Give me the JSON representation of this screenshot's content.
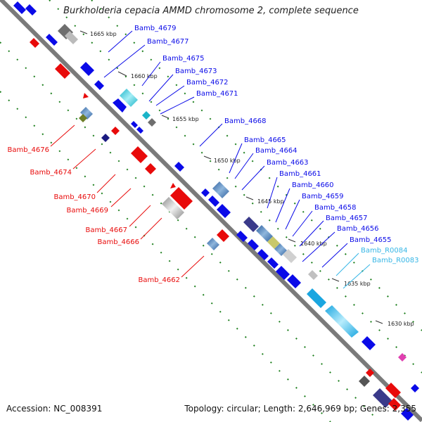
{
  "title": "Burkholderia cepacia AMMD chromosome 2, complete sequence",
  "accession": "Accession: NC_008391",
  "topology": "Topology: circular; Length: 2,646,969 bp; Genes: 2,355",
  "colors": {
    "forward_strand": "#0a0ae8",
    "reverse_strand": "#e80a0a",
    "rna_label": "#36b6e6",
    "backbone": "#7a7a7a",
    "tick_dots": "#1d7f1d"
  },
  "kbp_ticks": [
    "1665 kbp",
    "1660 kbp",
    "1655 kbp",
    "1650 kbp",
    "1645 kbp",
    "1640 kbp",
    "1635 kbp",
    "1630 kbp"
  ],
  "forward_labels": [
    "Bamb_4679",
    "Bamb_4677",
    "Bamb_4675",
    "Bamb_4673",
    "Bamb_4672",
    "Bamb_4671",
    "Bamb_4668",
    "Bamb_4665",
    "Bamb_4664",
    "Bamb_4663",
    "Bamb_4661",
    "Bamb_4660",
    "Bamb_4659",
    "Bamb_4658",
    "Bamb_4657",
    "Bamb_4656",
    "Bamb_4655"
  ],
  "rna_labels": [
    "Bamb_R0084",
    "Bamb_R0083"
  ],
  "reverse_labels": [
    "Bamb_4676",
    "Bamb_4674",
    "Bamb_4670",
    "Bamb_4669",
    "Bamb_4667",
    "Bamb_4666",
    "Bamb_4662"
  ]
}
